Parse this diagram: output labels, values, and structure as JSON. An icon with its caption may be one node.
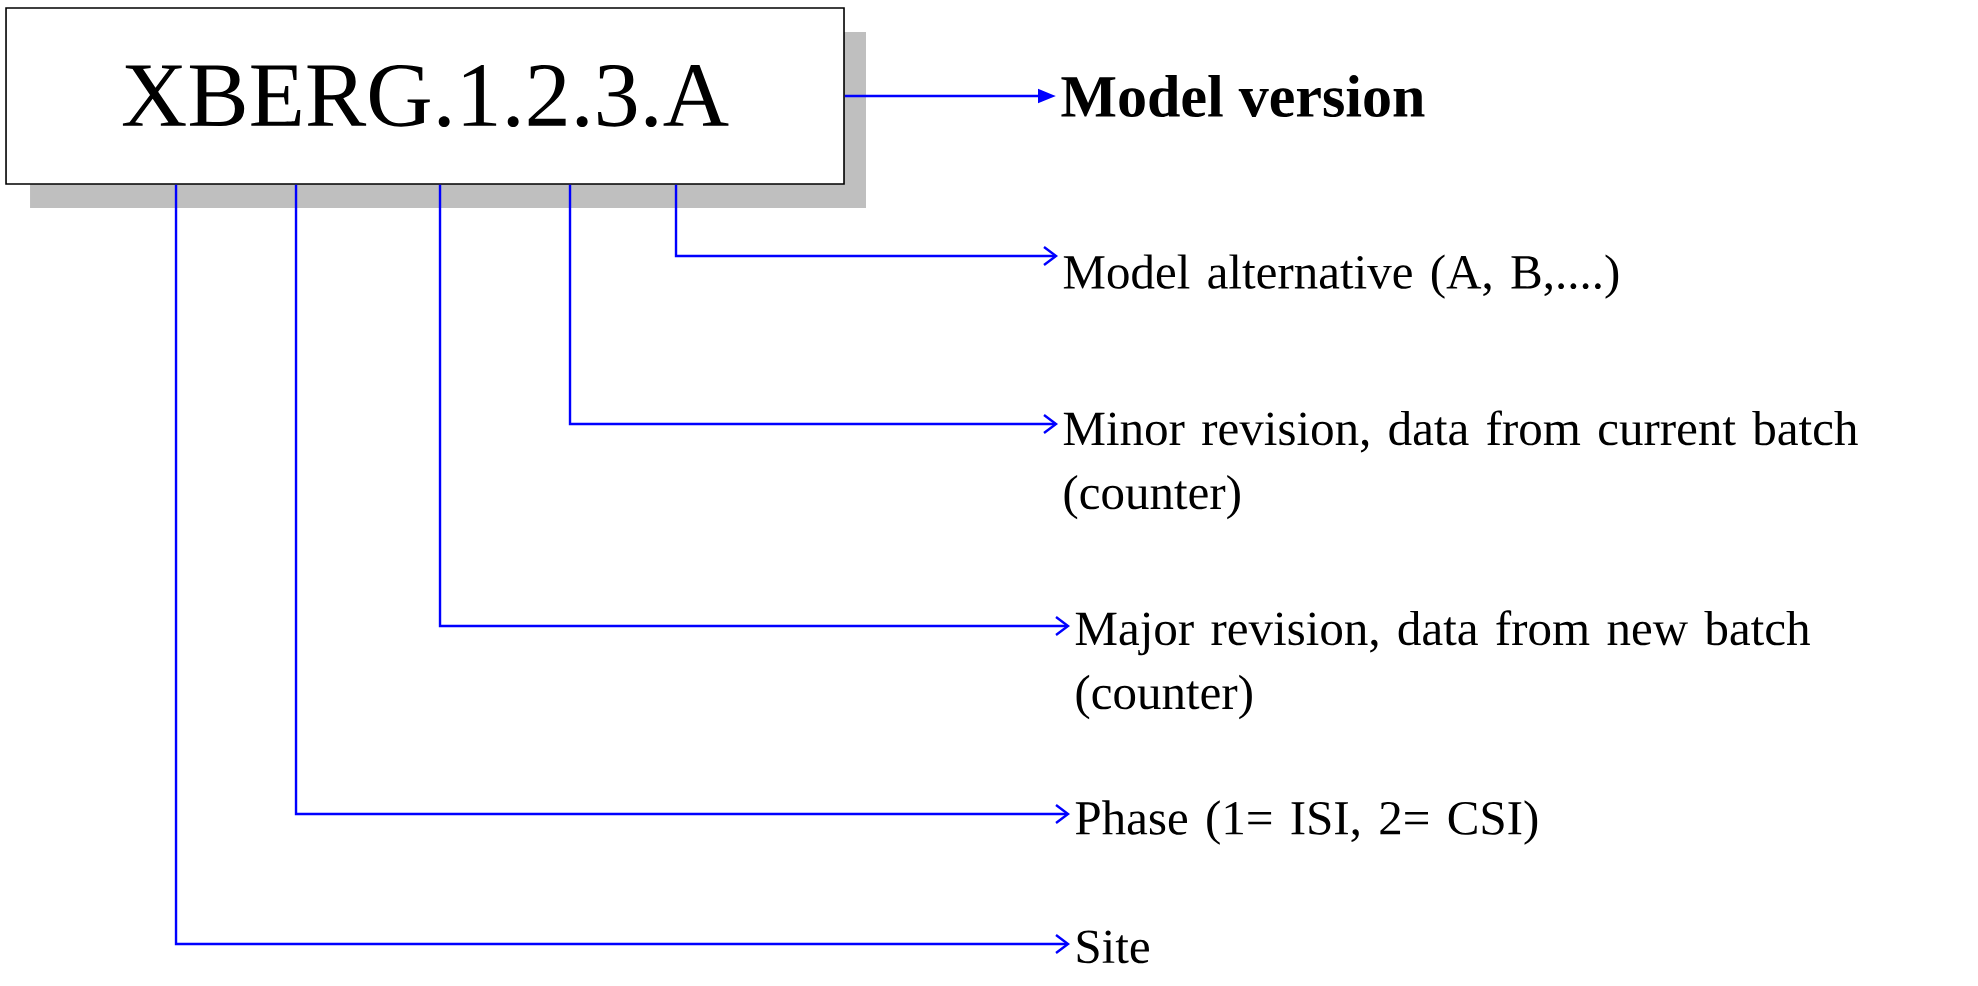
{
  "diagram": {
    "nodes": [
      {
        "text": [
          "XBERG.1.2.3.A"
        ]
      },
      {
        "text": [
          "Model version"
        ]
      },
      {
        "text": [
          "Model alternative (A, B,....)"
        ]
      },
      {
        "text": [
          "Minor revision, data from current batch (counter)"
        ]
      },
      {
        "text": [
          "Major revision, data from new batch (counter)"
        ]
      },
      {
        "text": [
          "Phase (1= ISI, 2= CSI)"
        ]
      },
      {
        "text": [
          "Site"
        ]
      }
    ],
    "edges": [
      {
        "from": 0,
        "to": 1,
        "arrow": "to"
      },
      {
        "from": 0,
        "to": 2,
        "arrow": "to"
      },
      {
        "from": 0,
        "to": 3,
        "arrow": "to"
      },
      {
        "from": 0,
        "to": 4,
        "arrow": "to"
      },
      {
        "from": 0,
        "to": 5,
        "arrow": "to"
      },
      {
        "from": 0,
        "to": 6,
        "arrow": "to"
      }
    ]
  }
}
